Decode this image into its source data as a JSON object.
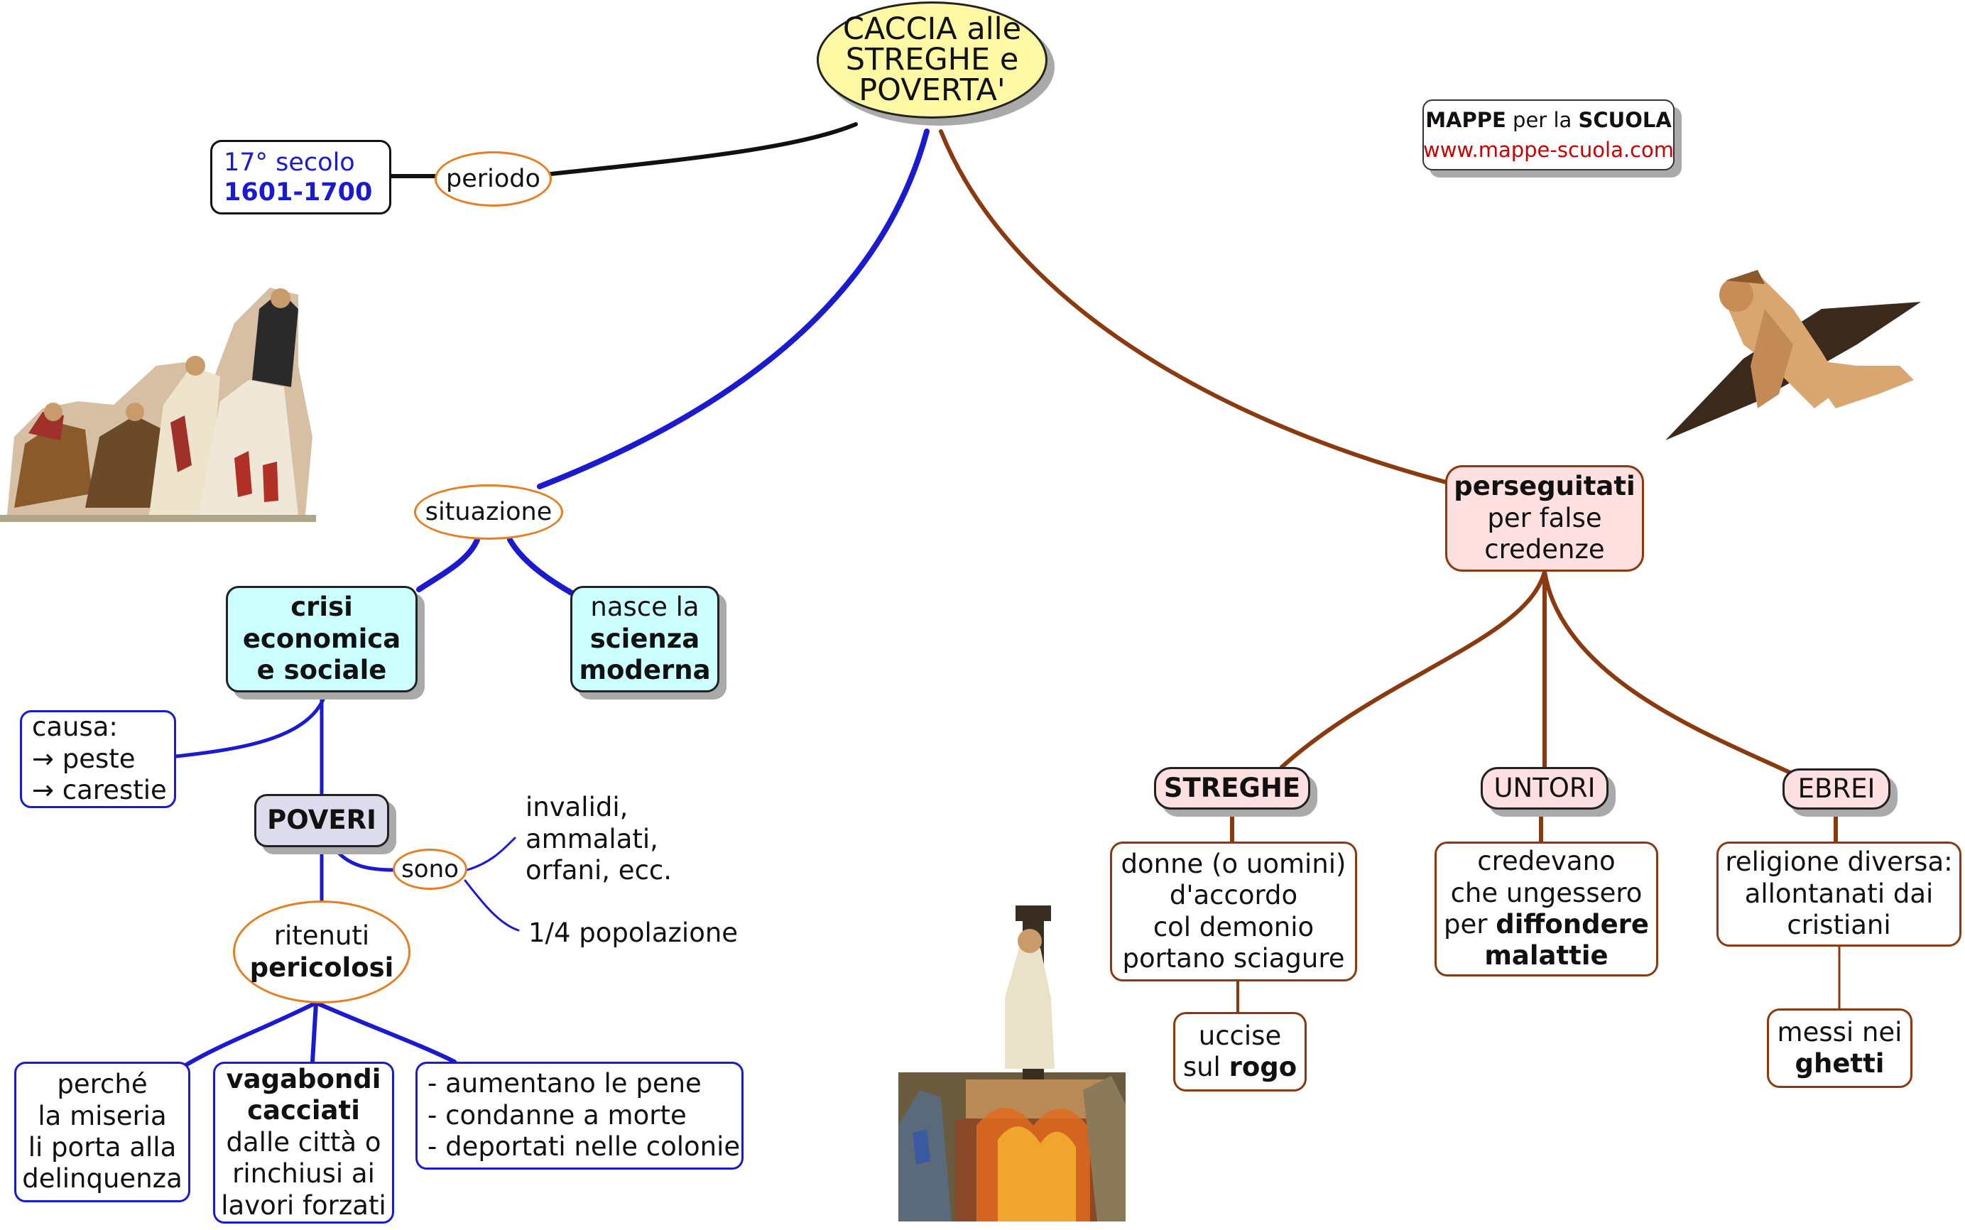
{
  "title": [
    "CACCIA alle",
    "STREGHE e",
    "POVERTA'"
  ],
  "brand": {
    "mappe": "MAPPE",
    "per_la": " per la ",
    "scuola": "SCUOLA",
    "url": "www.mappe-scuola.com"
  },
  "periodo": {
    "label": "periodo",
    "century": "17° secolo",
    "years": "1601-1700"
  },
  "situazione": "situazione",
  "crisi": [
    "crisi",
    "economica",
    "e sociale"
  ],
  "scienza": {
    "line1": "nasce la",
    "line2": "scienza",
    "line3": "moderna"
  },
  "causa": [
    "causa:",
    "→ peste",
    "→ carestie"
  ],
  "poveri": "POVERI",
  "sono": "sono",
  "invalidi": [
    "invalidi,",
    "ammalati,",
    "orfani, ecc."
  ],
  "popolazione": "1/4 popolazione",
  "ritenuti": {
    "line1": "ritenuti",
    "line2": "pericolosi"
  },
  "perche": [
    "perché",
    "la miseria",
    "li porta alla",
    "delinquenza"
  ],
  "vagabondi": {
    "line1": "vagabondi",
    "line2": "cacciati",
    "line3": "dalle città o",
    "line4": "rinchiusi ai",
    "line5": "lavori forzati"
  },
  "pene": [
    "- aumentano le pene",
    "- condanne a morte",
    "- deportati nelle colonie"
  ],
  "perseguitati": {
    "line1": "perseguitati",
    "line2": "per false",
    "line3": "credenze"
  },
  "streghe": "STREGHE",
  "untori": "UNTORI",
  "ebrei": "EBREI",
  "donne": [
    "donne (o uomini)",
    "d'accordo",
    "col demonio",
    "portano sciagure"
  ],
  "uccise": {
    "line1": "uccise",
    "line2_a": "sul ",
    "line2_b": "rogo"
  },
  "credevano": {
    "line1": "credevano",
    "line2": "che ungessero",
    "line3_a": "per ",
    "line3_b": "diffondere",
    "line4": "malattie"
  },
  "religione": [
    "religione diversa:",
    "allontanati dai",
    "cristiani"
  ],
  "ghetti": {
    "line1": "messi nei",
    "line2": "ghetti"
  },
  "colors": {
    "blue_link": "#1a1ad0",
    "brown_link": "#8b3a10",
    "title_fill": "#fcf8a3",
    "cyan_fill": "#ccffff",
    "pink_fill": "#ffe0e0",
    "accent_orange": "#e67e22"
  }
}
